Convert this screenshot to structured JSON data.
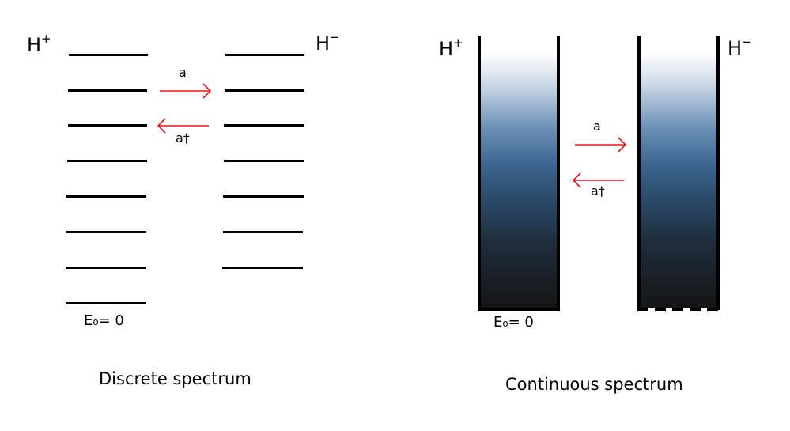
{
  "left": {
    "label_left": "H",
    "label_left_sup": "+",
    "label_right": "H",
    "label_right_sup": "−",
    "arrow_forward_label": "a",
    "arrow_backward_label": "a†",
    "ground_state_label": "E₀= 0",
    "caption": "Discrete spectrum"
  },
  "right": {
    "label_left": "H",
    "label_left_sup": "+",
    "label_right": "H",
    "label_right_sup": "−",
    "arrow_forward_label": "a",
    "arrow_backward_label": "a†",
    "ground_state_label": "E₀= 0",
    "caption": "Continuous spectrum"
  },
  "colors": {
    "arrow": "#e8141c",
    "levels": "#000000"
  }
}
